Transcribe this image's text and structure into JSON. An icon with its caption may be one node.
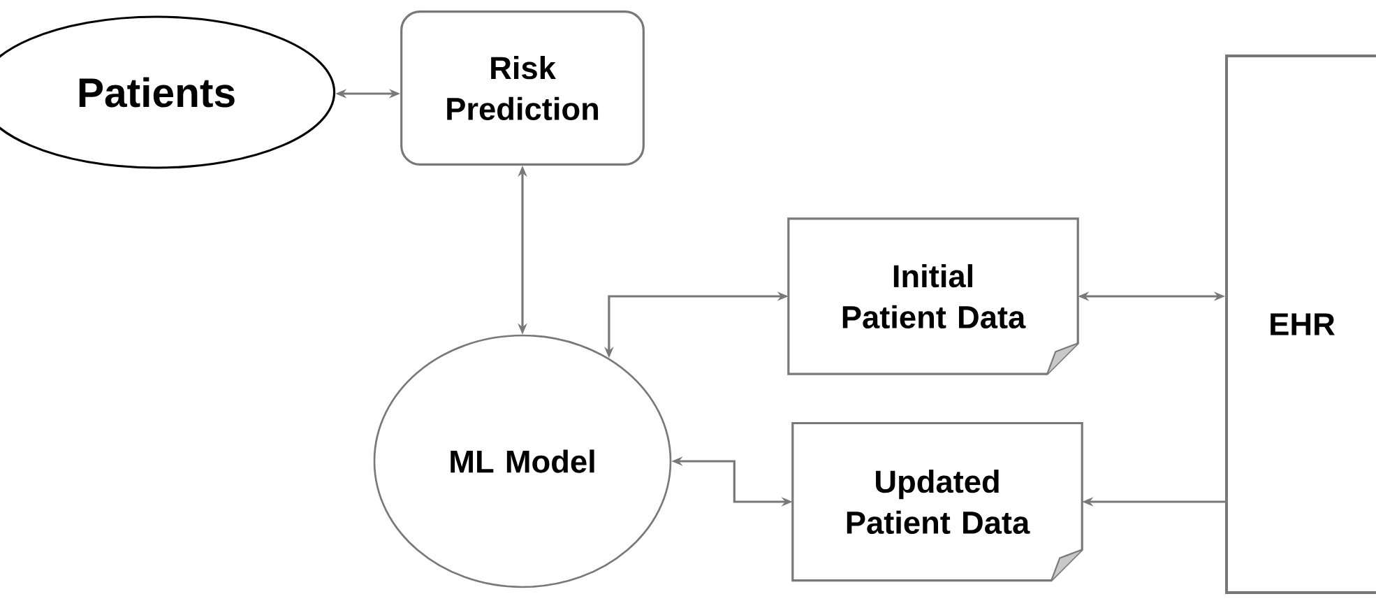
{
  "diagram": {
    "nodes": [
      {
        "text": [
          "Patients"
        ]
      },
      {
        "text": [
          "Risk Prediction"
        ]
      },
      {
        "text": [
          "ML Model"
        ]
      },
      {
        "text": [
          "Initial Patient Data"
        ]
      },
      {
        "text": [
          "Updated Patient Data"
        ]
      },
      {
        "text": [
          "EHR"
        ]
      }
    ],
    "edges": [
      {
        "from": 0,
        "to": 1,
        "arrow": "both"
      },
      {
        "from": 1,
        "to": 2,
        "arrow": "both"
      },
      {
        "from": 2,
        "to": 3,
        "arrow": "both"
      },
      {
        "from": 3,
        "to": 5,
        "arrow": "both"
      },
      {
        "from": 2,
        "to": 4,
        "arrow": "both"
      },
      {
        "from": 5,
        "to": 4,
        "arrow": "to"
      }
    ]
  }
}
